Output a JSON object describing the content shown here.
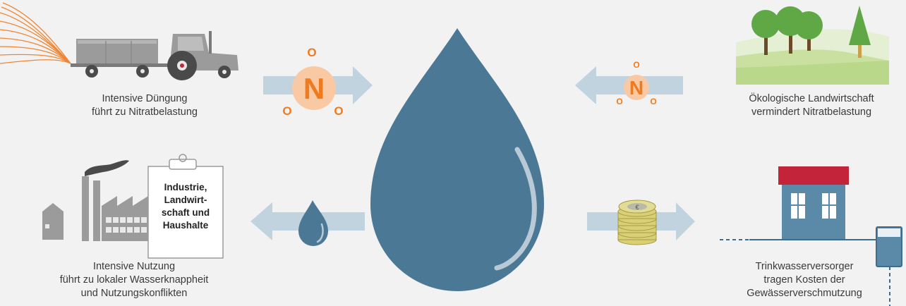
{
  "captions": {
    "fertilization": [
      "Intensive Düngung",
      "führt zu Nitratbelastung"
    ],
    "organic": [
      "Ökologische Landwirtschaft",
      "vermindert Nitratbelastung"
    ],
    "usage": [
      "Intensive Nutzung",
      "führt zu lokaler Wasserknappheit",
      "und Nutzungskonflikten"
    ],
    "supplier": [
      "Trinkwasserversorger",
      "tragen Kosten der",
      "Gewässerverschmutzung"
    ]
  },
  "clipboard_text": [
    "Industrie,",
    "Landwirt-",
    "schaft und",
    "Haushalte"
  ],
  "nitrate_big": {
    "n": "N",
    "o": "O"
  },
  "nitrate_small": {
    "n": "N",
    "o": "O"
  },
  "coin_symbol": "€",
  "colors": {
    "background": "#f2f2f2",
    "water_drop": "#4a7895",
    "arrow": "#c0d3df",
    "nitrate_orange": "#f07a1e",
    "nitrate_circle": "#f9c9a4",
    "roof_red": "#c4243a",
    "house_blue": "#5a8aa8",
    "gray_machine": "#9b9b9b",
    "dark_gray": "#4a4a4a",
    "grass": "#b9d88a",
    "tree_green": "#5fa845",
    "coin_gold": "#d9cf74"
  },
  "icons": [
    "tractor-icon",
    "nitrate-molecule-icon",
    "water-drop-icon",
    "trees-landscape-icon",
    "factory-icon",
    "clipboard-icon",
    "coin-stack-icon",
    "waterworks-icon"
  ]
}
